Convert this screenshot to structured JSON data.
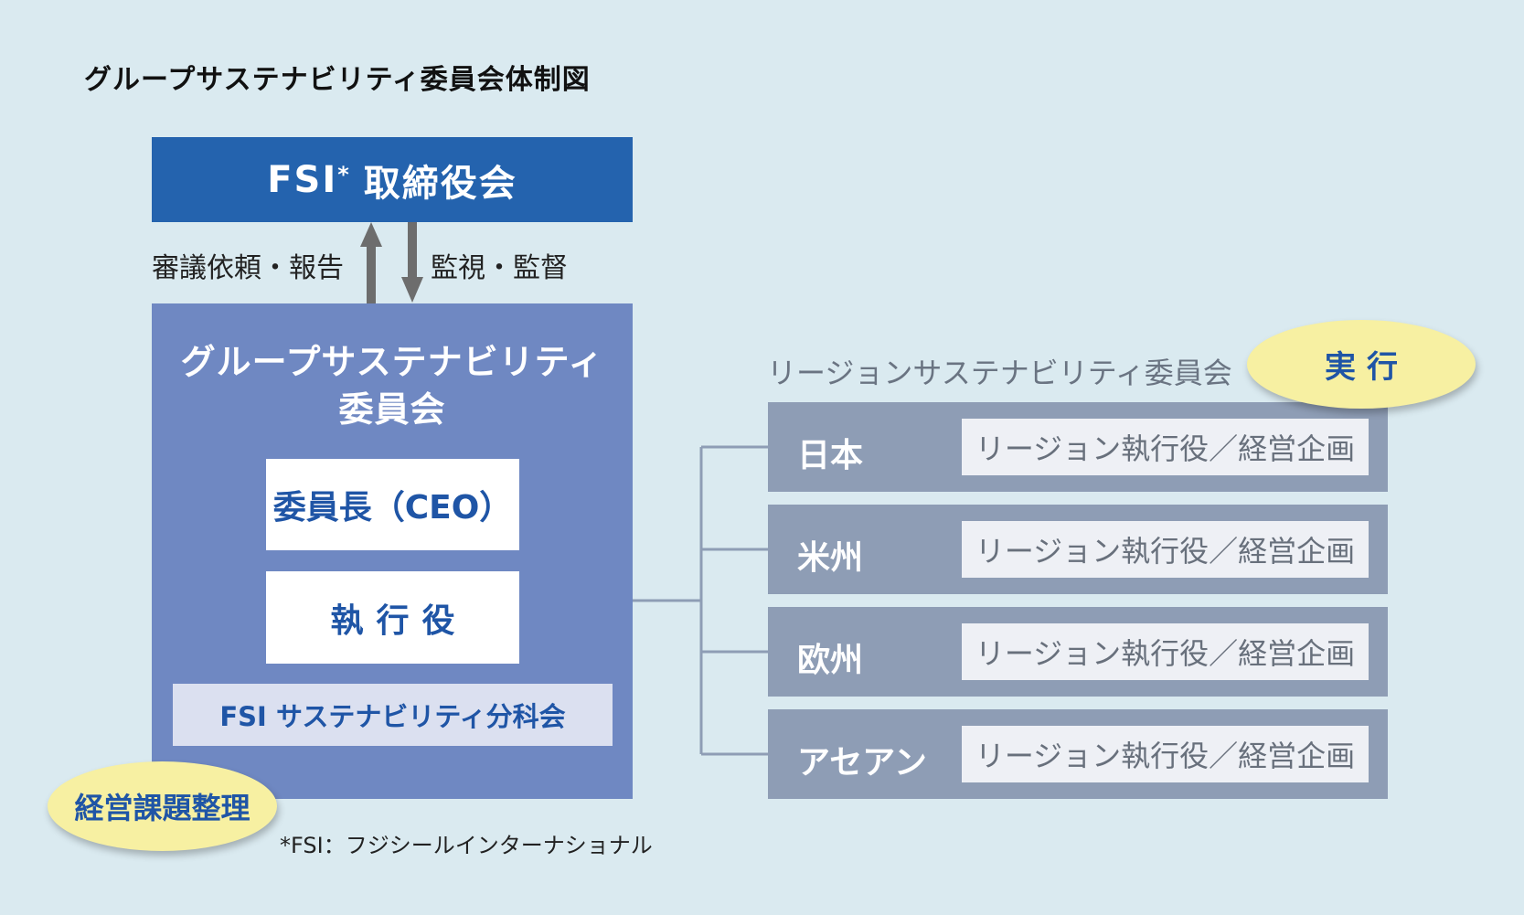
{
  "title": "グループサステナビリティ委員会体制図",
  "board": {
    "name": "FSI",
    "mark": "*",
    "label": "取締役会"
  },
  "arrows": {
    "up_label": "審議依頼・報告",
    "down_label": "監視・監督"
  },
  "committee": {
    "name_line1": "グループサステナビリティ",
    "name_line2": "委員会",
    "chair": "委員長（CEO）",
    "executive": "執行役",
    "subcommittee": "FSI サステナビリティ分科会"
  },
  "badges": {
    "issues": "経営課題整理",
    "execution": "実行"
  },
  "footnote": "*FSI：フジシールインターナショナル",
  "regions": {
    "title": "リージョンサステナビリティ委員会",
    "items": [
      {
        "name": "日本",
        "role": "リージョン執行役／経営企画"
      },
      {
        "name": "米州",
        "role": "リージョン執行役／経営企画"
      },
      {
        "name": "欧州",
        "role": "リージョン執行役／経営企画"
      },
      {
        "name": "アセアン",
        "role": "リージョン執行役／経営企画"
      }
    ]
  },
  "colors": {
    "background": "#daeaf0",
    "board": "#2463ae",
    "committee": "#6f88c2",
    "region_row": "#8e9db5",
    "badge": "#f7f0a2",
    "accent_text": "#1f55a6"
  }
}
